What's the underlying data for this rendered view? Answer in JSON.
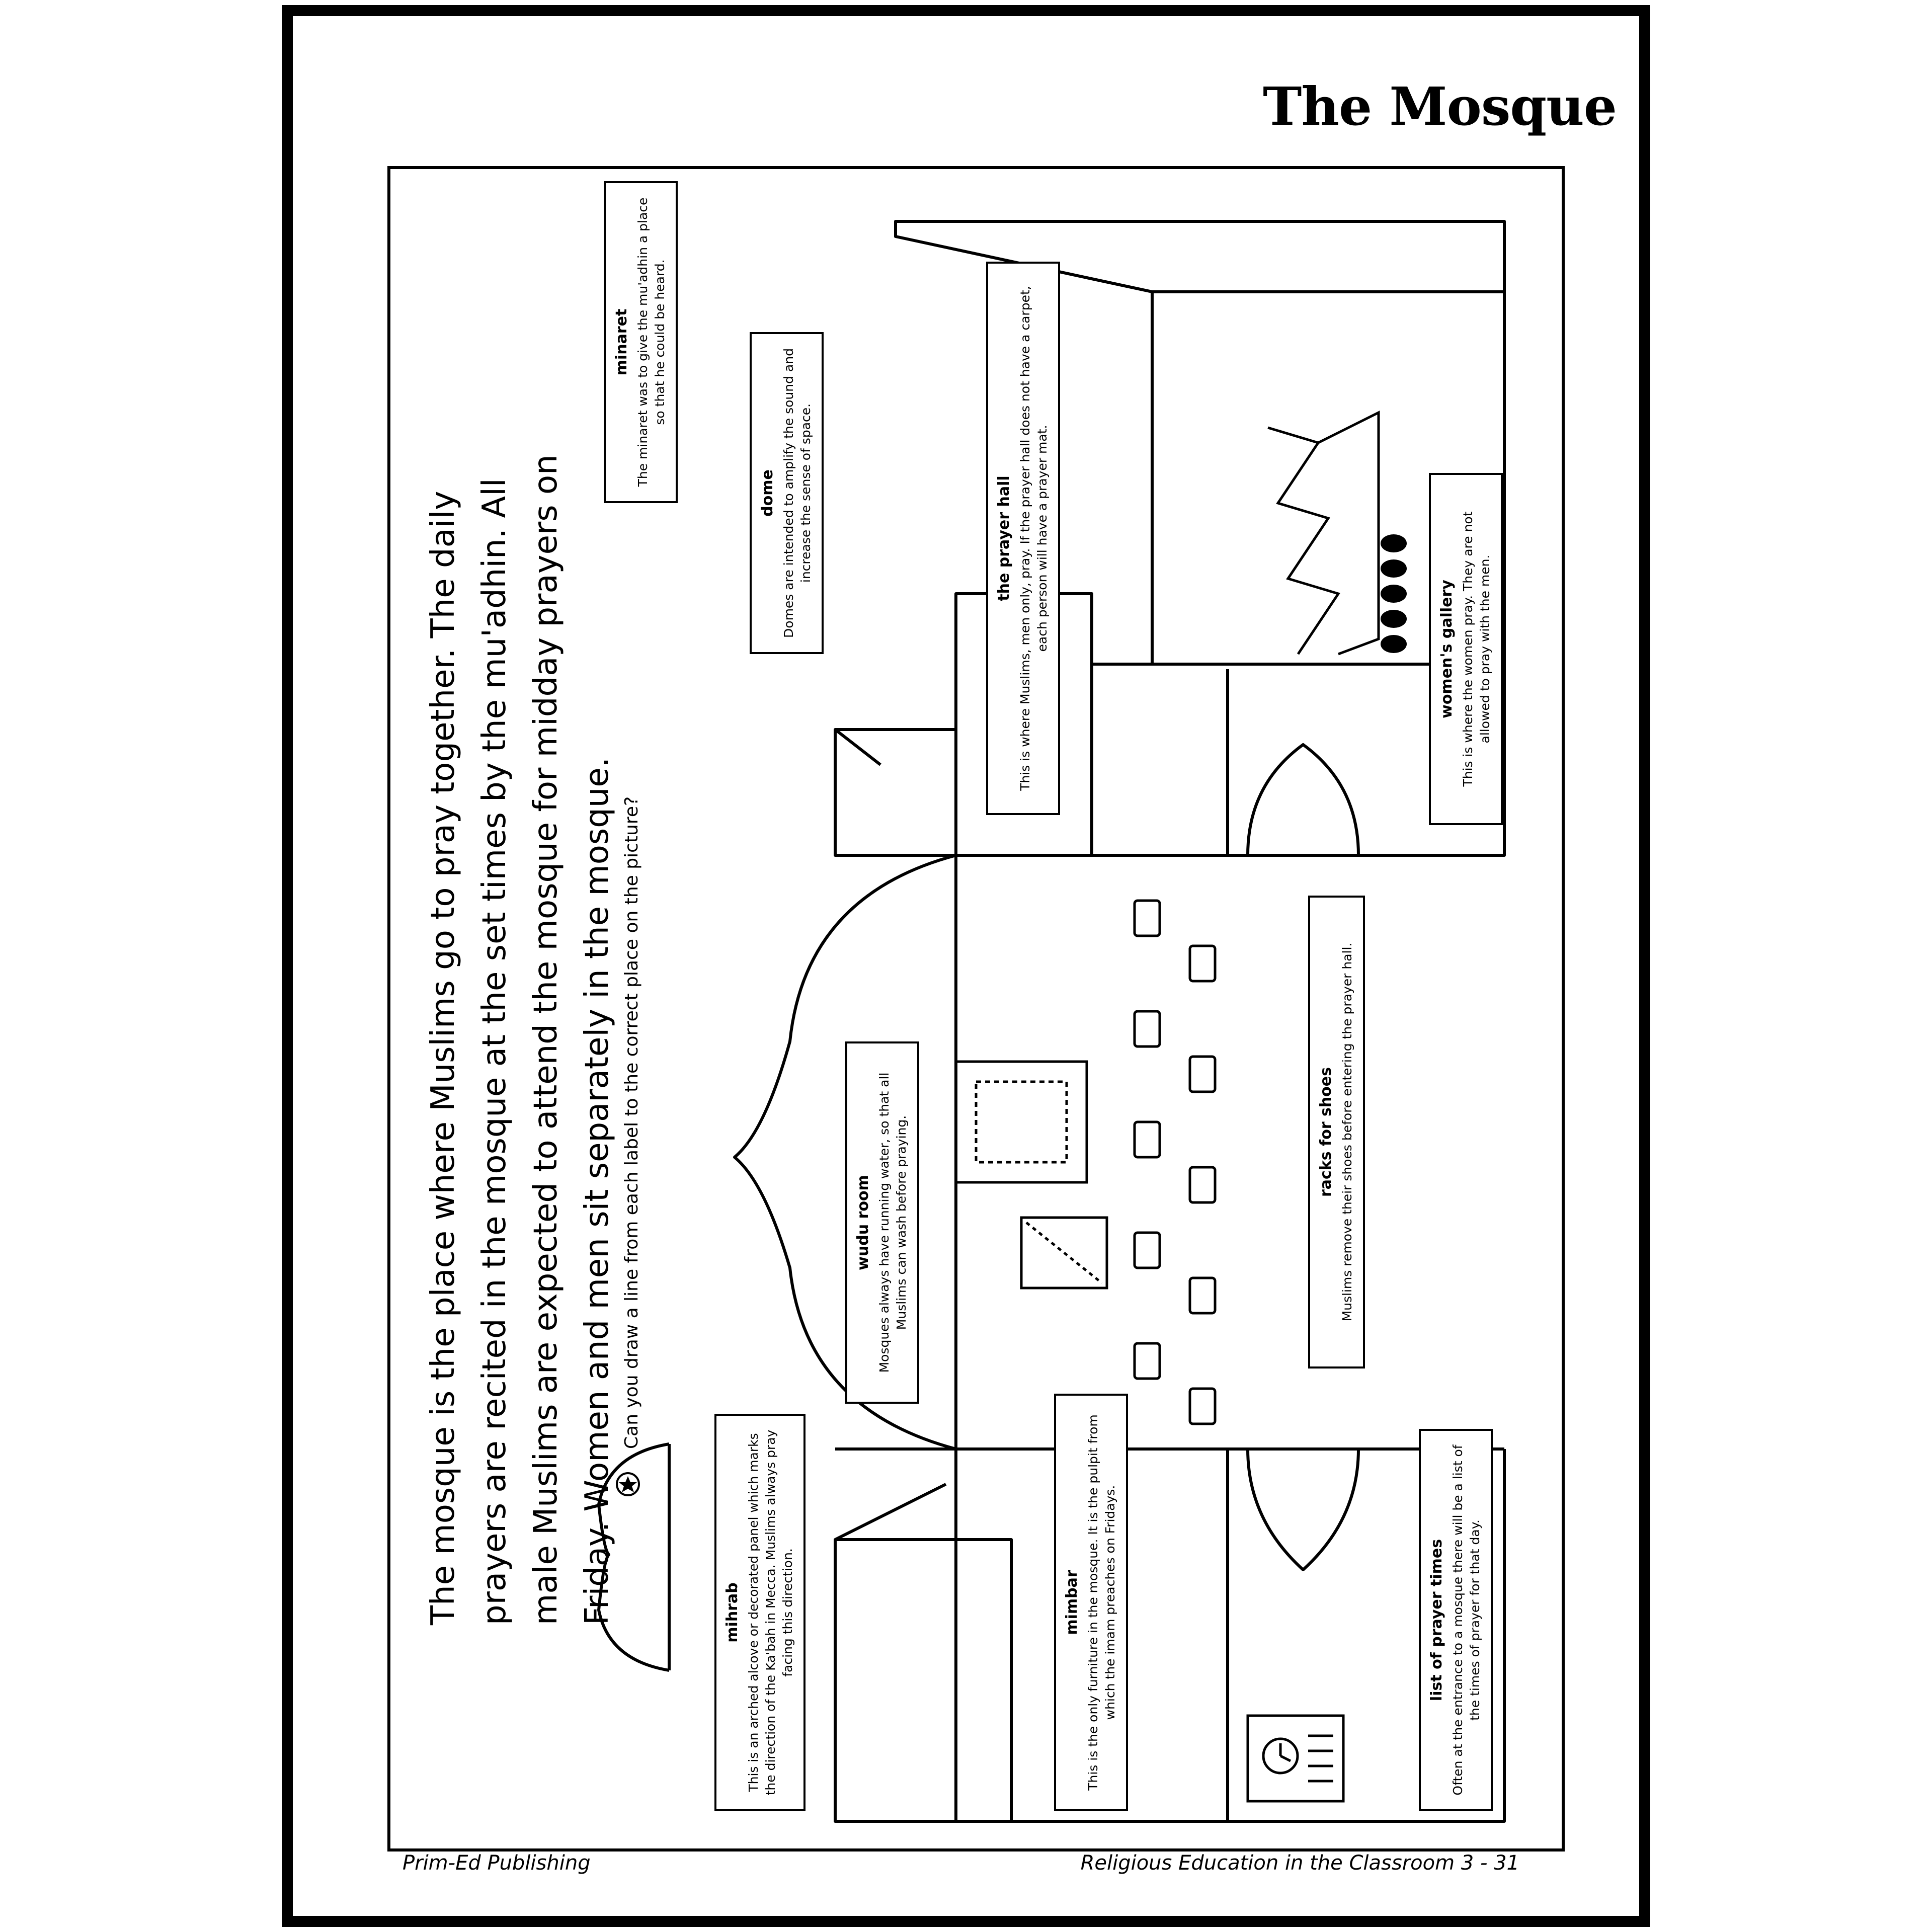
{
  "page": {
    "title": "The Mosque",
    "footer_left": "Prim-Ed Publishing",
    "footer_right": "Religious Education in the Classroom 3 - 31"
  },
  "intro": {
    "lines": [
      "The mosque is the place where Muslims go to pray together.  The daily",
      "prayers are recited in the mosque at the set times by the mu'adhin.  All",
      "male Muslims are expected to attend the mosque for midday prayers on",
      "Friday.  Women and men sit separately in the mosque."
    ],
    "question": "Can you draw a line from each label to the correct place on the picture?",
    "icon": "star-crescent-icon"
  },
  "labels": {
    "minaret": {
      "title": "minaret",
      "text": "The minaret was to give the mu'adhin a place so that he could be heard."
    },
    "dome": {
      "title": "dome",
      "text": "Domes are intended to amplify the sound and increase the sense of space."
    },
    "prayer_hall": {
      "title": "the prayer hall",
      "text": "This is where Muslims, men only, pray.  If the prayer hall does not have a carpet, each person will have a prayer mat."
    },
    "womens_gallery": {
      "title": "women's gallery",
      "text": "This is where the women pray.  They are not allowed to pray with the men."
    },
    "wudu_room": {
      "title": "wudu room",
      "text": "Mosques always have running water, so that all Muslims can wash before praying."
    },
    "racks_for_shoes": {
      "title": "racks for shoes",
      "text": "Muslims remove their shoes before entering the prayer hall."
    },
    "mihrab": {
      "title": "mihrab",
      "text": "This is an arched alcove or decorated panel which marks the direction of the Ka'bah in Mecca. Muslims always pray facing this direction."
    },
    "mimbar": {
      "title": "mimbar",
      "text": "This is the only furniture in the mosque.  It is the pulpit from which the imam preaches on Fridays."
    },
    "prayer_times": {
      "title": "list of prayer times",
      "text": "Often at the entrance to a mosque there will be a list of the times of prayer for that day."
    }
  }
}
